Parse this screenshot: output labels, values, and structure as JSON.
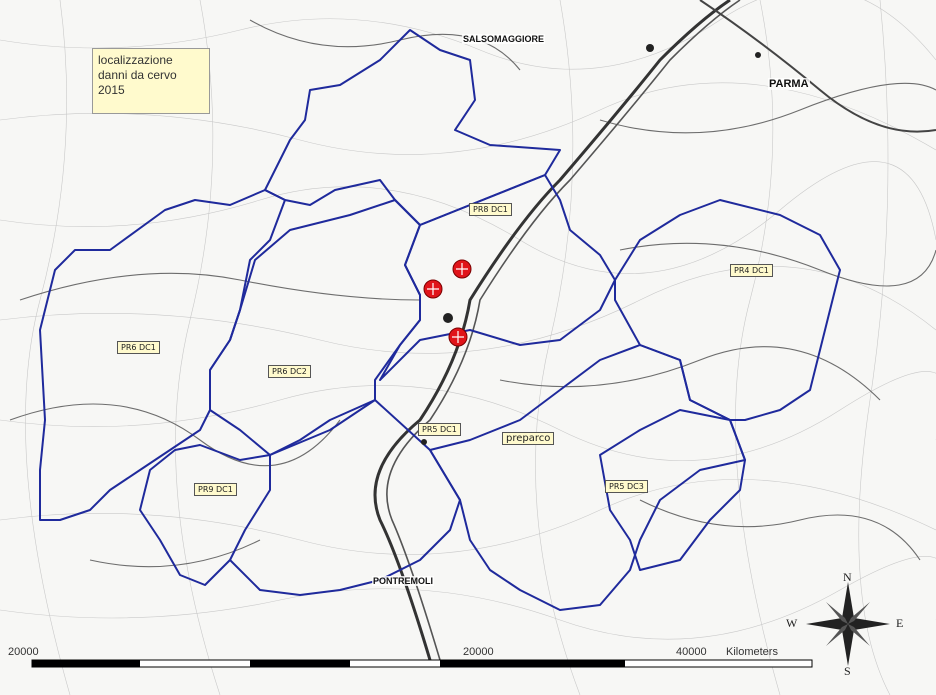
{
  "legend": {
    "line1": "localizzazione",
    "line2": "danni da cervo",
    "line3": "2015"
  },
  "zones": [
    {
      "id": "pr8-dc1",
      "label": "PR8 DC1"
    },
    {
      "id": "pr4-dc1",
      "label": "PR4 DC1"
    },
    {
      "id": "pr6-dc1",
      "label": "PR6 DC1"
    },
    {
      "id": "pr6-dc2",
      "label": "PR6 DC2"
    },
    {
      "id": "pr5-dc1",
      "label": "PR5 DC1"
    },
    {
      "id": "preparco",
      "label": "preparco"
    },
    {
      "id": "pr9-dc1",
      "label": "PR9 DC1"
    },
    {
      "id": "pr5-dc3",
      "label": "PR5 DC3"
    }
  ],
  "places": {
    "salsomaggiore": "SALSOMAGGIORE",
    "parma": "PARMA",
    "pontremoli": "PONTREMOLI"
  },
  "scale": {
    "left": "20000",
    "middle": "20000",
    "right": "40000",
    "unit": "Kilometers"
  },
  "compass": {
    "n": "N",
    "s": "S",
    "e": "E",
    "w": "W"
  },
  "colors": {
    "boundary": "#1f2a9c",
    "damage_marker": "#e0141a",
    "label_bg": "#fffacd"
  }
}
